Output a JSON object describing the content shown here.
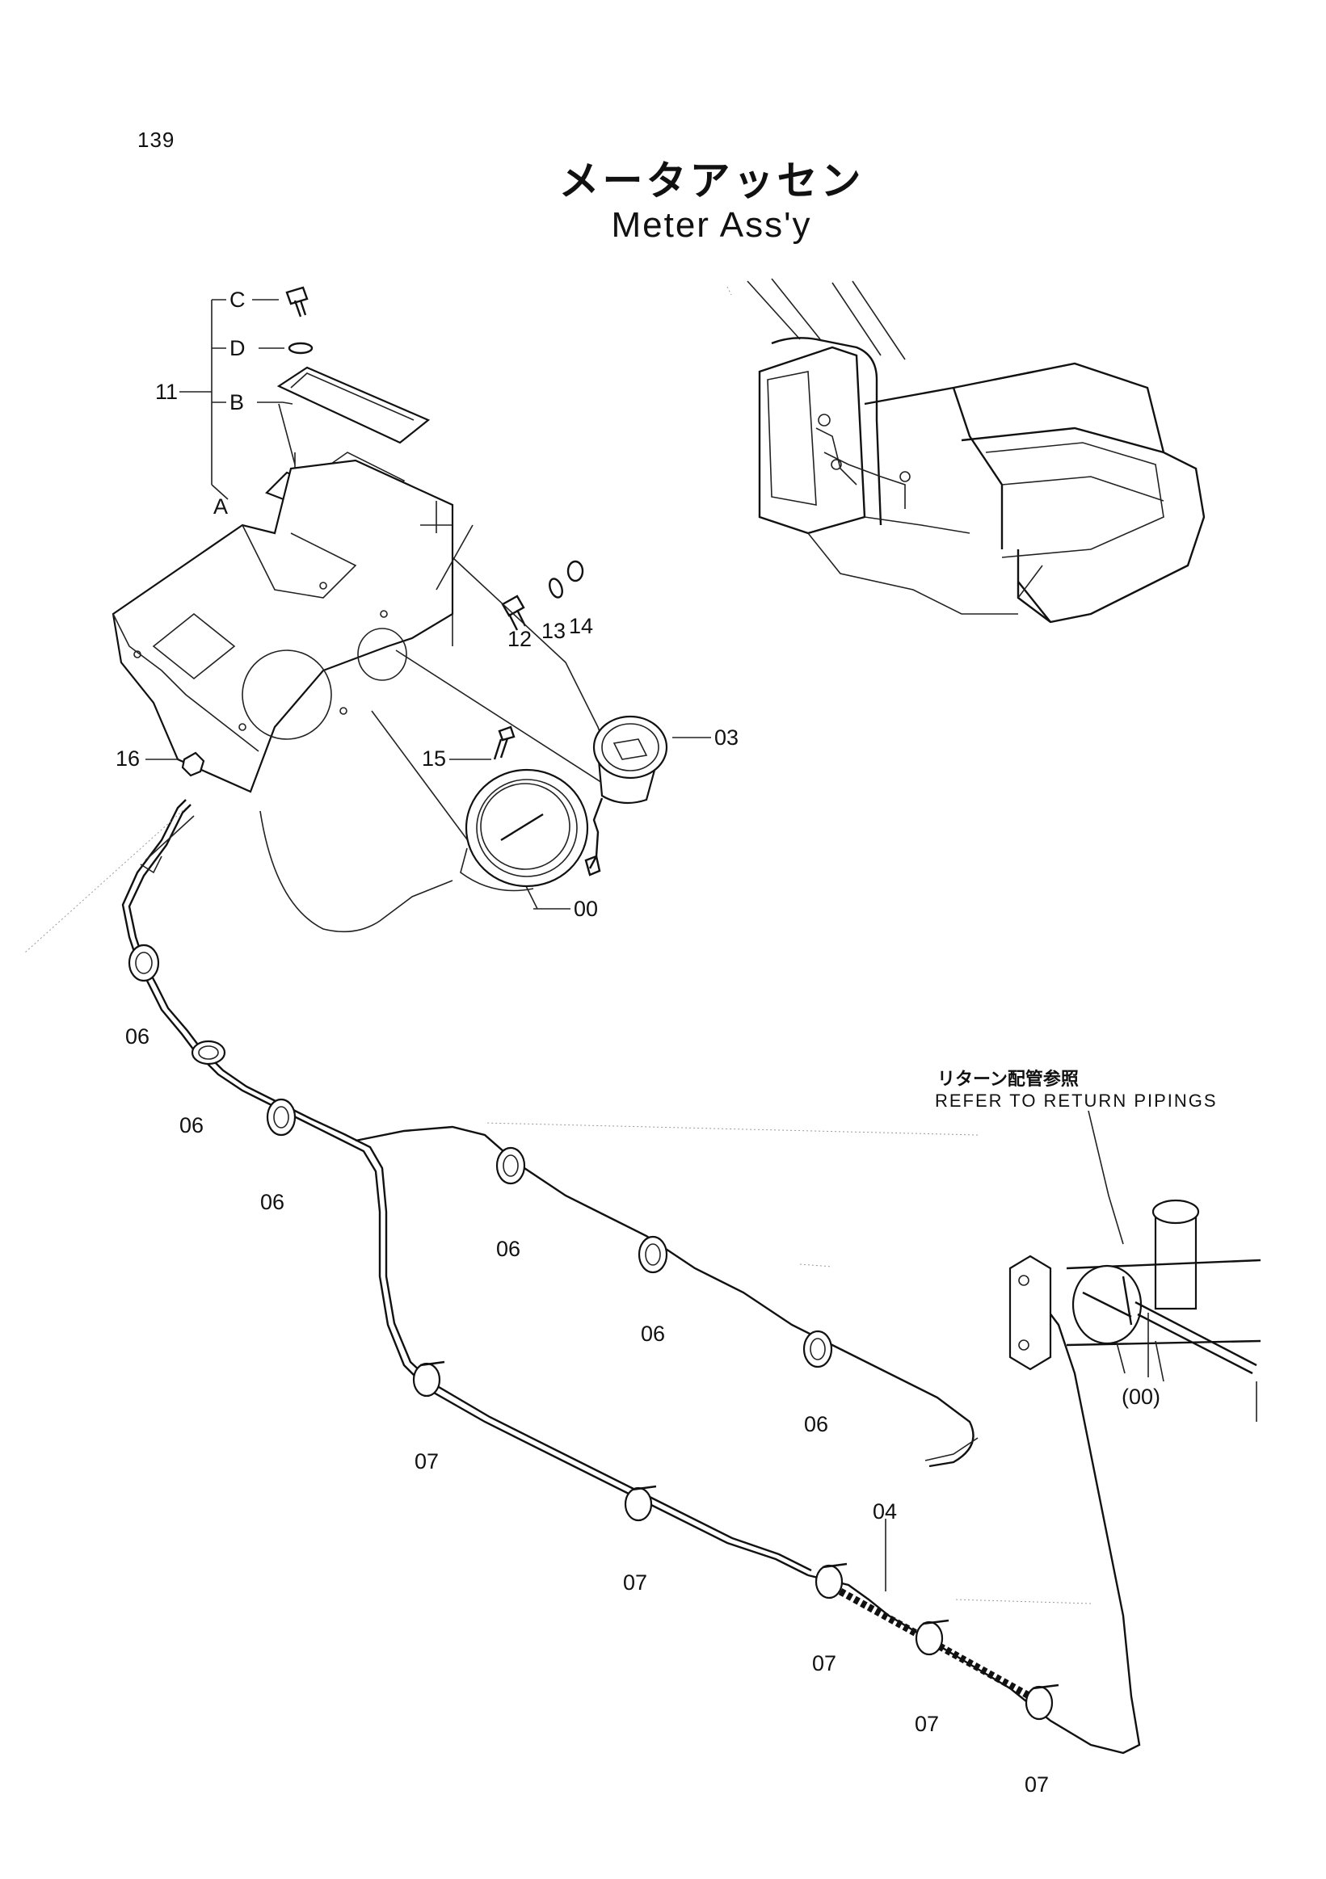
{
  "page_number": "139",
  "title_jp": "メータアッセン",
  "title_en": "Meter Ass'y",
  "reference_note": {
    "jp": "リターン配管参照",
    "en": "REFER TO RETURN PIPINGS"
  },
  "callouts": {
    "c": "C",
    "d": "D",
    "b": "B",
    "a": "A",
    "p11": "11",
    "p12": "12",
    "p13": "13",
    "p14": "14",
    "p15": "15",
    "p16": "16",
    "p03": "03",
    "p00": "00",
    "p00_ref": "(00)",
    "p04": "04",
    "p06_1": "06",
    "p06_2": "06",
    "p06_3": "06",
    "p06_4": "06",
    "p06_5": "06",
    "p06_6": "06",
    "p07_1": "07",
    "p07_2": "07",
    "p07_3": "07",
    "p07_4": "07",
    "p07_5": "07"
  }
}
